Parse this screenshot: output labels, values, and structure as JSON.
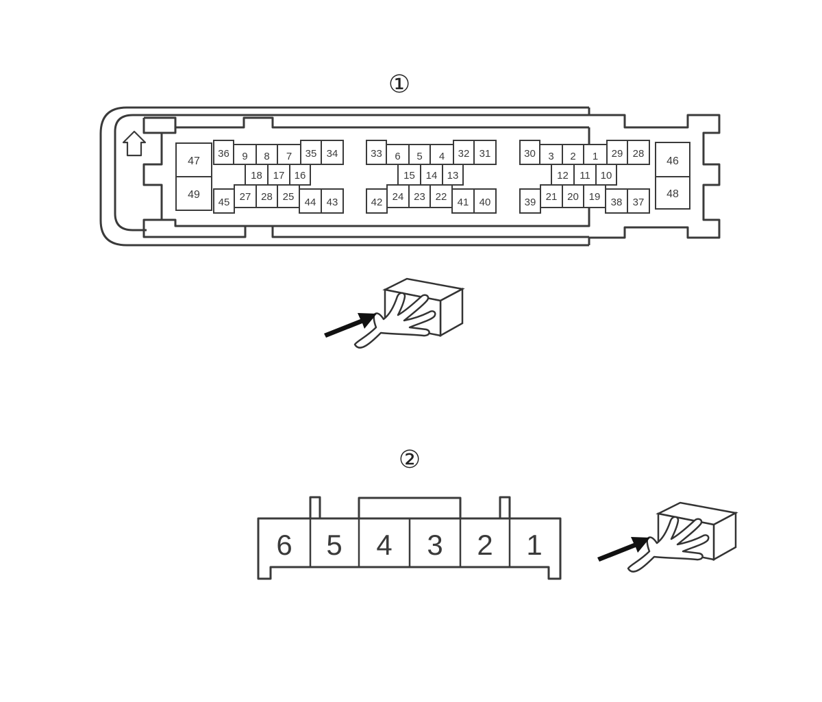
{
  "connector1": {
    "label": "①",
    "groups": [
      {
        "top": [
          "36",
          "9",
          "8",
          "7",
          "35",
          "34"
        ],
        "mid": [
          "18",
          "17",
          "16"
        ],
        "bot": [
          "45",
          "27",
          "28",
          "25",
          "44",
          "43"
        ]
      },
      {
        "top": [
          "33",
          "6",
          "5",
          "4",
          "32",
          "31"
        ],
        "mid": [
          "15",
          "14",
          "13"
        ],
        "bot": [
          "42",
          "24",
          "23",
          "22",
          "41",
          "40"
        ]
      },
      {
        "top": [
          "30",
          "3",
          "2",
          "1",
          "29",
          "28"
        ],
        "mid": [
          "12",
          "11",
          "10"
        ],
        "bot": [
          "39",
          "21",
          "20",
          "19",
          "38",
          "37"
        ]
      }
    ],
    "left_pins": [
      "47",
      "49"
    ],
    "right_pins": [
      "46",
      "48"
    ],
    "lock_icon": "up-arrow-icon"
  },
  "connector2": {
    "label": "②",
    "pins": [
      "6",
      "5",
      "4",
      "3",
      "2",
      "1"
    ]
  },
  "view_icon": "hand-pointer-icon",
  "colors": {
    "line": "#3a3a3a",
    "arrow": "#111111",
    "background": "#ffffff"
  }
}
